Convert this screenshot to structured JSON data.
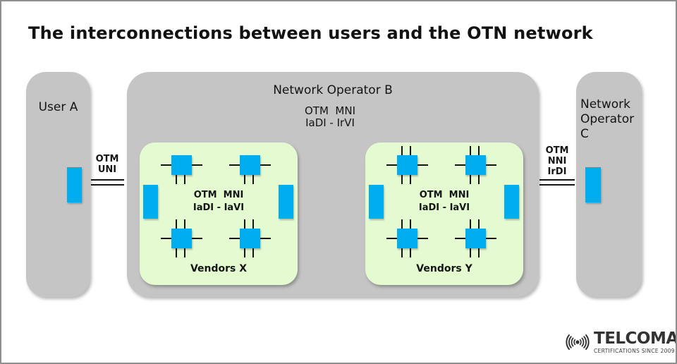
{
  "title": "The interconnections between users and the OTN network",
  "user_a": {
    "label": "User A"
  },
  "operator_b": {
    "label": "Network Operator B",
    "interface_line1": "OTM  MNI",
    "interface_line2": "IaDI - IrVI"
  },
  "operator_c": {
    "label": "Network Operator C"
  },
  "vendor_x": {
    "interface_line1": "OTM  MNI",
    "interface_line2": "IaDI - IaVI",
    "label": "Vendors X"
  },
  "vendor_y": {
    "interface_line1": "OTM  MNI",
    "interface_line2": "IaDI - IaVI",
    "label": "Vendors Y"
  },
  "link_uni": {
    "label": "OTM\nUNI"
  },
  "link_nni": {
    "label": "OTM\nNNI\nIrDI"
  },
  "logo": {
    "brand": "TELCOMA",
    "tagline": "CERTIFICATIONS SINCE 2009"
  },
  "colors": {
    "box_gray": "#c5c5c5",
    "vendor_green": "#e4fbd2",
    "element_blue": "#00aeef",
    "line_black": "#141414"
  }
}
